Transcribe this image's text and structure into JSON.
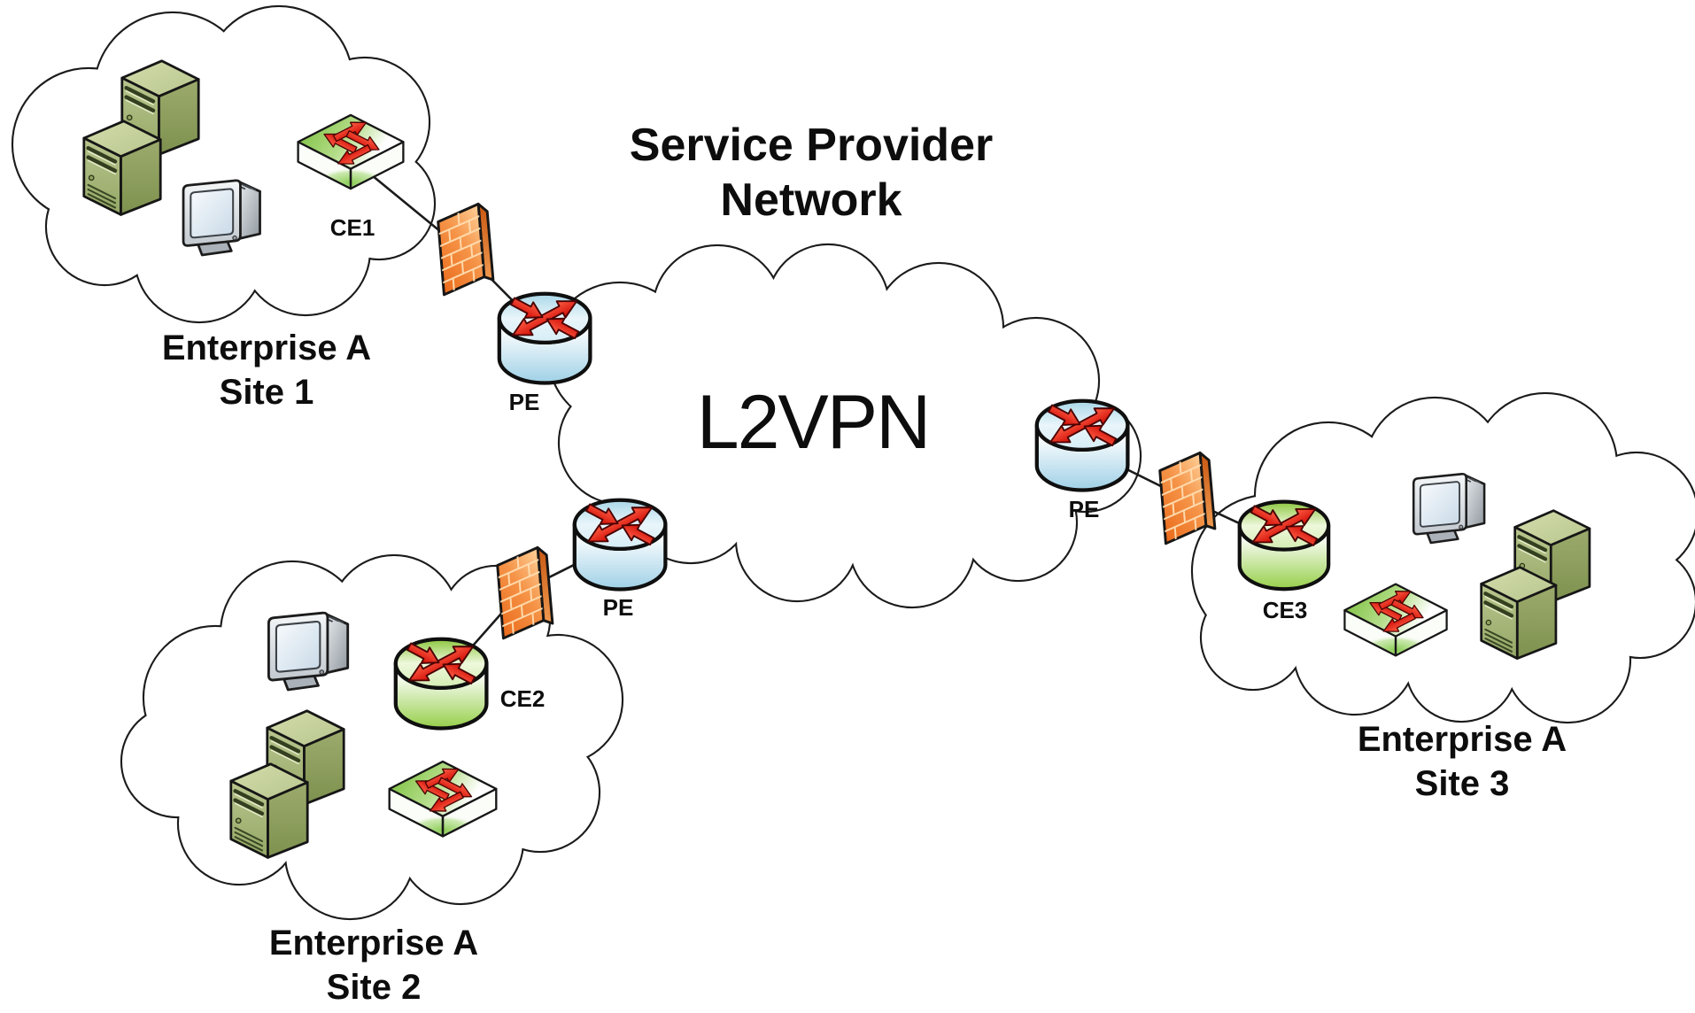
{
  "diagram": {
    "provider": {
      "title_line1": "Service Provider",
      "title_line2": "Network",
      "core_label": "L2VPN"
    },
    "sites": [
      {
        "line1": "Enterprise A",
        "line2": "Site 1",
        "ce": "CE1"
      },
      {
        "line1": "Enterprise A",
        "line2": "Site 2",
        "ce": "CE2"
      },
      {
        "line1": "Enterprise A",
        "line2": "Site 3",
        "ce": "CE3"
      }
    ],
    "pe": [
      "PE",
      "PE",
      "PE"
    ],
    "colors": {
      "cloud_outline": "#1b1b1b",
      "arrow_red": "#e11d12",
      "switch_green": "#7cc33d",
      "pe_router_blue": "#bfe2ef",
      "ce_router_green": "#9ed254",
      "firewall_orange": "#f0812c",
      "server_olive": "#a8b87a",
      "monitor_gray": "#c8ced3"
    }
  }
}
